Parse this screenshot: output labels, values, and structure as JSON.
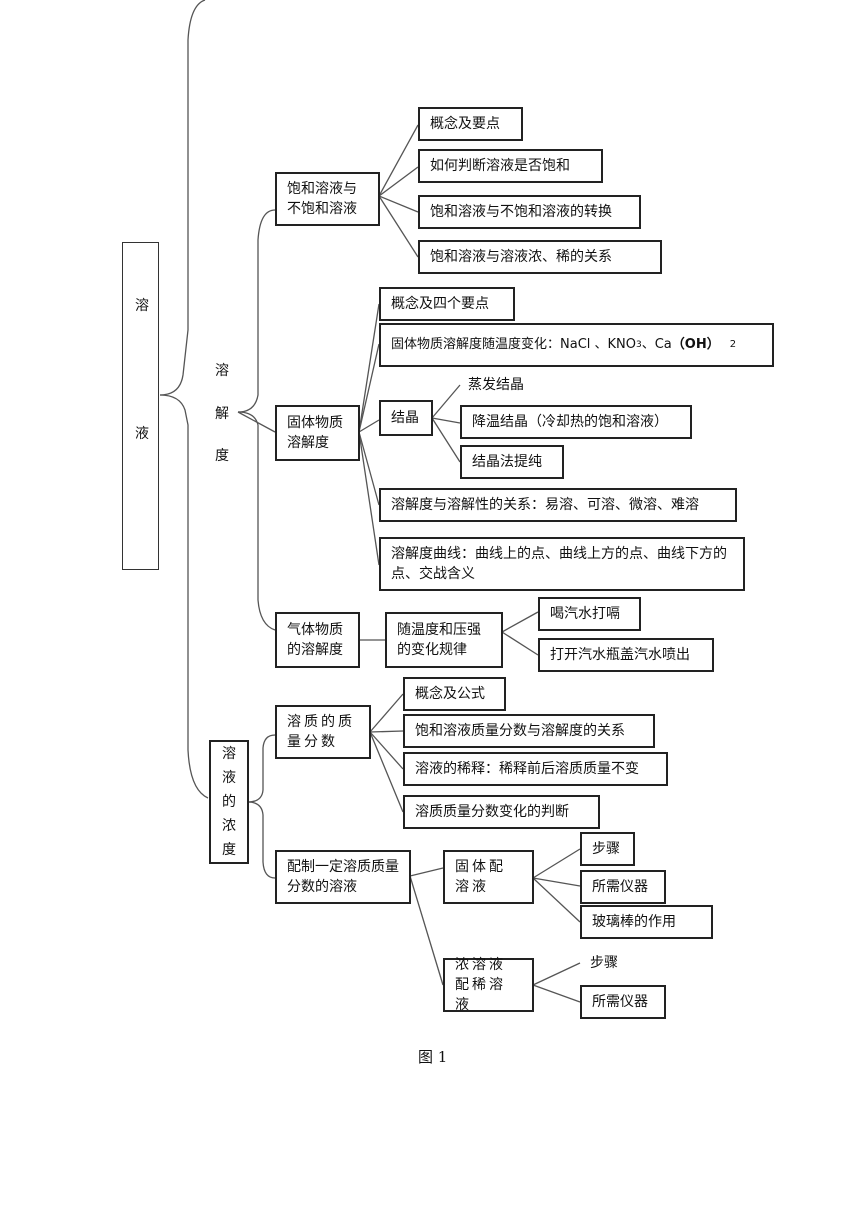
{
  "root": {
    "char1": "溶",
    "char2": "液"
  },
  "solubility_label": {
    "c1": "溶",
    "c2": "解",
    "c3": "度"
  },
  "saturated": {
    "title": "饱和溶液与不饱和溶液",
    "items": [
      "概念及要点",
      "如何判断溶液是否饱和",
      "饱和溶液与不饱和溶液的转换",
      "饱和溶液与溶液浓、稀的关系"
    ]
  },
  "solid_solubility": {
    "title": "固体物质溶解度",
    "concept": "概念及四个要点",
    "temp_change_prefix": "固体物质溶解度随温度变化：NaCl 、KNO",
    "temp_change_sub3": "3",
    "temp_change_mid": "、Ca",
    "temp_change_oh": "（OH）",
    "temp_change_sub2": "2",
    "crystal": {
      "title": "结晶",
      "items": [
        "蒸发结晶",
        "降温结晶（冷却热的饱和溶液）",
        "结晶法提纯"
      ]
    },
    "relation": "溶解度与溶解性的关系：易溶、可溶、微溶、难溶",
    "curve": "溶解度曲线：曲线上的点、曲线上方的点、曲线下方的点、交战含义"
  },
  "gas_solubility": {
    "title": "气体物质的溶解度",
    "rule": "随温度和压强的变化规律",
    "items": [
      "喝汽水打嗝",
      "打开汽水瓶盖汽水喷出"
    ]
  },
  "concentration": {
    "title": "溶液的浓度",
    "mass_fraction": {
      "title": "溶质的质量分数",
      "items": [
        "概念及公式",
        "饱和溶液质量分数与溶解度的关系",
        "溶液的稀释：稀释前后溶质质量不变",
        "溶质质量分数变化的判断"
      ]
    },
    "prepare": {
      "title": "配制一定溶质质量分数的溶液",
      "solid": {
        "title": "固体配溶液",
        "items": [
          "步骤",
          "所需仪器",
          "玻璃棒的作用"
        ]
      },
      "dilute": {
        "title": "浓溶液配稀溶液",
        "items": [
          "步骤",
          "所需仪器"
        ]
      }
    }
  },
  "caption": "图 1"
}
